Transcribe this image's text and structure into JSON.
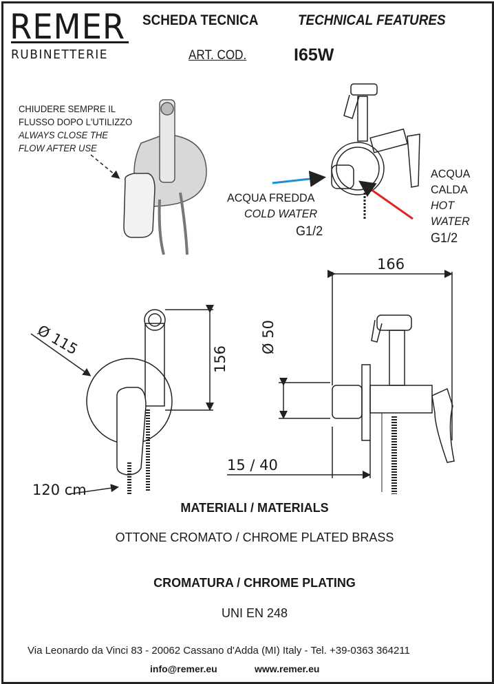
{
  "header": {
    "brand": "REMER",
    "brand_sub": "RUBINETTERIE",
    "title_it": "SCHEDA TECNICA",
    "title_en": "TECHNICAL FEATURES",
    "art_label": "ART. COD.",
    "art_code": "I65W"
  },
  "notes": {
    "warning_it_1": "CHIUDERE SEMPRE IL",
    "warning_it_2": "FLUSSO DOPO L'UTILIZZO",
    "warning_en_1": "ALWAYS CLOSE THE",
    "warning_en_2": "FLOW AFTER  USE",
    "cold_it": "ACQUA FREDDA",
    "cold_en": "COLD WATER",
    "cold_thread": "G1/2",
    "hot_it_1": "ACQUA",
    "hot_it_2": "CALDA",
    "hot_en_1": "HOT",
    "hot_en_2": "WATER",
    "hot_thread": "G1/2",
    "cold_color": "#1e8fd0",
    "hot_color": "#e02424"
  },
  "dimensions": {
    "width": "166",
    "plate_front": "Ø 115",
    "plate_side": "Ø 50",
    "height": "156",
    "depth": "15 / 40",
    "hose": "120 cm"
  },
  "specs": {
    "materials_title": "MATERIALI / MATERIALS",
    "materials_value": "OTTONE CROMATO / CHROME PLATED BRASS",
    "plating_title": "CROMATURA / CHROME PLATING",
    "plating_value": "UNI EN 248"
  },
  "footer": {
    "address": "Via Leonardo da Vinci 83 - 20062 Cassano d'Adda (MI) Italy - Tel. +39-0363 364211",
    "email": "info@remer.eu",
    "website": "www.remer.eu"
  }
}
